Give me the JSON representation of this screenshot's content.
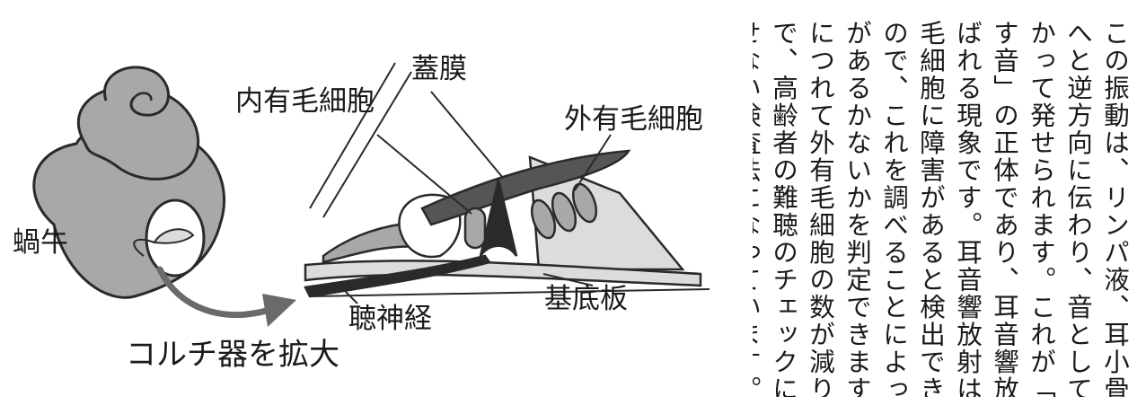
{
  "figure": {
    "labels": {
      "cochlea": "蝸牛",
      "enlarge_caption": "コルチ器を拡大",
      "tectorial_membrane": "蓋膜",
      "inner_hair_cell": "内有毛細胞",
      "outer_hair_cell": "外有毛細胞",
      "auditory_nerve": "聴神経",
      "basilar_membrane": "基底板"
    },
    "colors": {
      "fill_gray": "#a8a8a8",
      "light_gray": "#dcdcdc",
      "dark": "#2a2a2a"
    }
  },
  "text": {
    "columns": [
      "この振動は、リンパ液、耳小骨、鼓膜",
      "へと逆方向に伝わり、音として外に向",
      "かって発せられます。これが「耳の出",
      "す音」の正体であり、耳音響放射と呼",
      "ばれる現象です。耳音響放射は、外有",
      "毛細胞に障害があると検出できません",
      "ので、これを調べることによって難聴",
      "があるかないかを判定できます。加齢",
      "につれて外有毛細胞の数が減りますの",
      "で、高齢者の難聴のチェックには欠か",
      "せない検査法になっています。"
    ]
  }
}
